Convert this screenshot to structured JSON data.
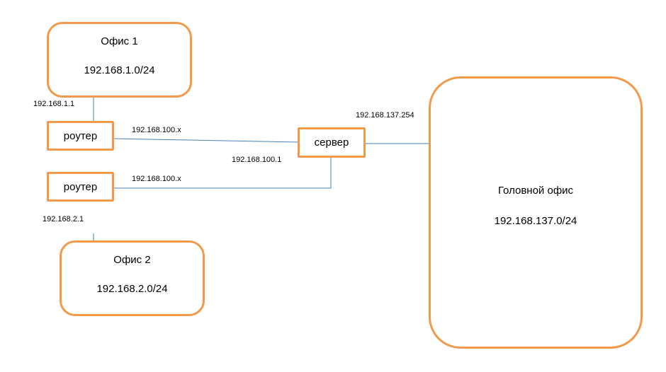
{
  "colors": {
    "box_border": "#F19A4B",
    "link_line": "#4A7EBB"
  },
  "office1": {
    "title": "Офис 1",
    "subnet": "192.168.1.0/24"
  },
  "office2": {
    "title": "Офис 2",
    "subnet": "192.168.2.0/24"
  },
  "head_office": {
    "title": "Головной офис",
    "subnet": "192.168.137.0/24"
  },
  "router1": {
    "label": "роутер",
    "lan_ip": "192.168.1.1",
    "wan_ip": "192.168.100.x"
  },
  "router2": {
    "label": "роутер",
    "lan_ip": "192.168.2.1",
    "wan_ip": "192.168.100.x"
  },
  "server": {
    "label": "сервер",
    "vpn_ip": "192.168.100.1",
    "lan_ip": "192.168.137.254"
  }
}
